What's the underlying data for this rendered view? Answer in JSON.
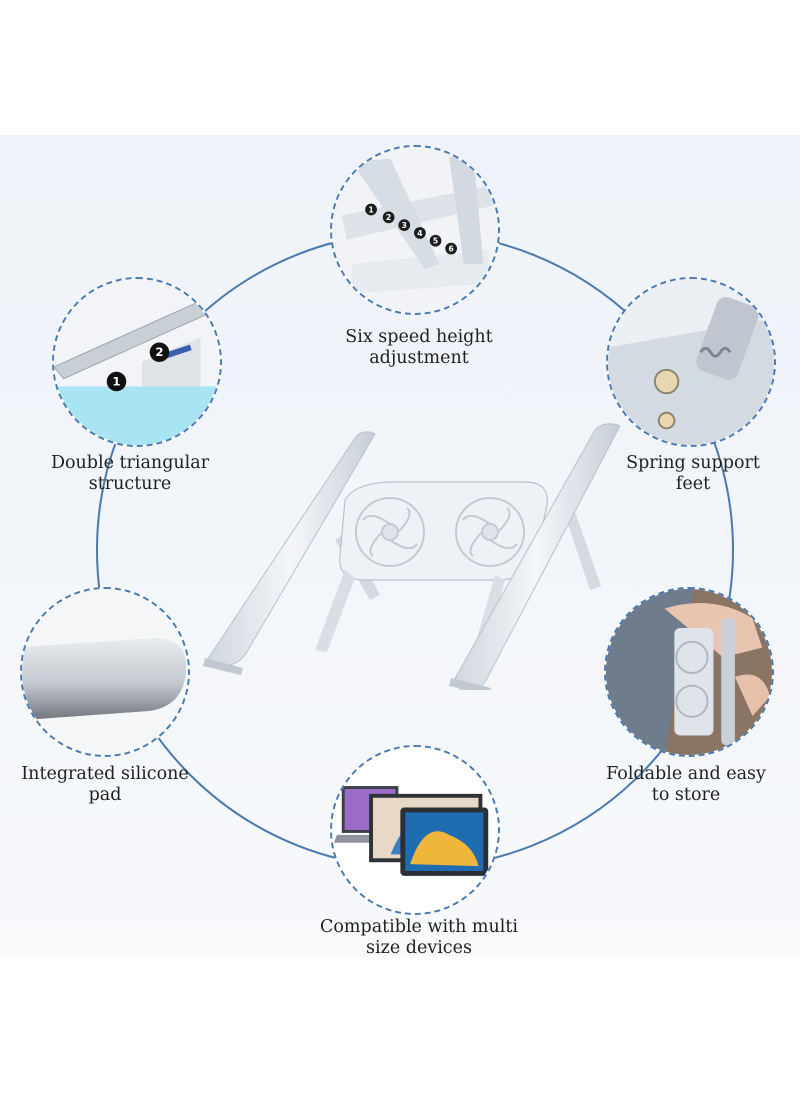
{
  "features": [
    {
      "id": "height",
      "lines": [
        "Six speed height",
        "adjustment"
      ],
      "icon": "height-steps-icon",
      "steps": [
        "1",
        "2",
        "3",
        "4",
        "5",
        "6"
      ]
    },
    {
      "id": "triangular",
      "lines": [
        "Double triangular",
        "structure"
      ],
      "icon": "triangular-structure-icon",
      "steps": [
        "1",
        "2"
      ]
    },
    {
      "id": "spring",
      "lines": [
        "Spring support",
        "feet"
      ],
      "icon": "spring-foot-icon"
    },
    {
      "id": "silicone",
      "lines": [
        "Integrated silicone",
        "pad"
      ],
      "icon": "silicone-pad-icon"
    },
    {
      "id": "foldable",
      "lines": [
        "Foldable and easy",
        "to store"
      ],
      "icon": "fold-hand-icon"
    },
    {
      "id": "compatible",
      "lines": [
        "Compatible with multi",
        "size devices"
      ],
      "icon": "devices-icon"
    }
  ],
  "colors": {
    "ring": "#4a79b0",
    "panel": "#eef3f9",
    "stand": "#e4e8ee"
  },
  "product": {
    "icon": "laptop-stand-with-fans-icon"
  }
}
